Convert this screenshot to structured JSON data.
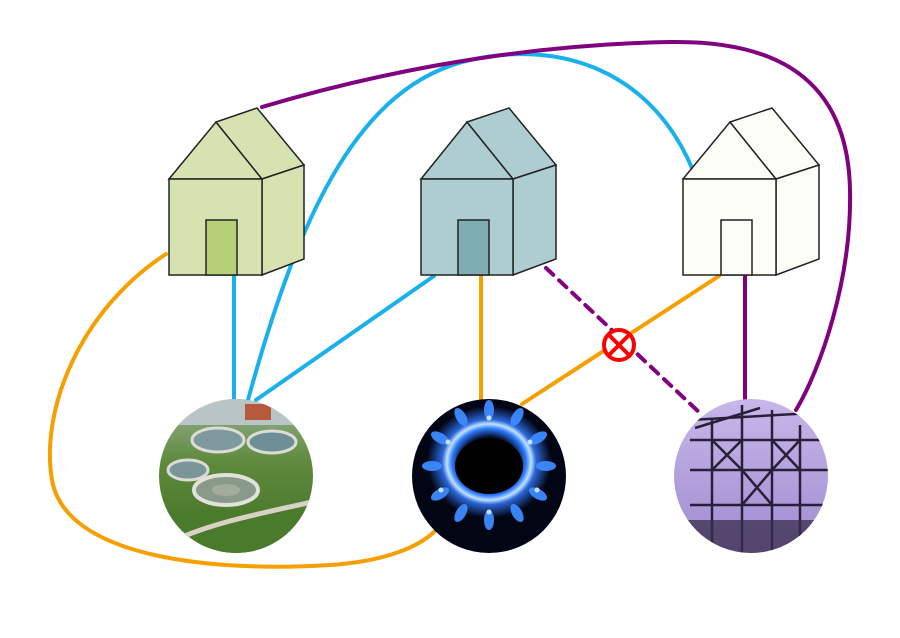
{
  "diagram": {
    "title": "",
    "colors": {
      "water": "#1ab0ec",
      "gas": "#f5a000",
      "electricity": "#800080",
      "conflict_marker": "#ff0000"
    },
    "houses": [
      {
        "id": "house-left",
        "wall_front": "#d6e3b1",
        "wall_side": "#d6e3b1",
        "roof": "#d6e3b1",
        "door": "#b8cf79"
      },
      {
        "id": "house-middle",
        "wall_front": "#aecdd1",
        "wall_side": "#aecdd1",
        "roof": "#aecdd1",
        "door": "#7eaeb4"
      },
      {
        "id": "house-right",
        "wall_front": "#fdfdf8",
        "wall_side": "#fdfdf8",
        "roof": "#fdfdf8",
        "door": "#fdfdf8"
      }
    ],
    "utilities": [
      {
        "id": "water-treatment-plant",
        "icon": "water-treatment-plant-photo"
      },
      {
        "id": "gas-burner",
        "icon": "gas-flame-photo"
      },
      {
        "id": "electrical-substation",
        "icon": "power-substation-photo"
      }
    ],
    "connections": [
      {
        "from": "house-left",
        "to": "water-treatment-plant",
        "utility": "water"
      },
      {
        "from": "house-middle",
        "to": "water-treatment-plant",
        "utility": "water"
      },
      {
        "from": "house-right",
        "to": "water-treatment-plant",
        "utility": "water"
      },
      {
        "from": "house-left",
        "to": "gas-burner",
        "utility": "gas"
      },
      {
        "from": "house-middle",
        "to": "gas-burner",
        "utility": "gas"
      },
      {
        "from": "house-right",
        "to": "gas-burner",
        "utility": "gas"
      },
      {
        "from": "house-left",
        "to": "electrical-substation",
        "utility": "electricity"
      },
      {
        "from": "house-right",
        "to": "electrical-substation",
        "utility": "electricity"
      },
      {
        "from": "house-middle",
        "to": "electrical-substation",
        "utility": "electricity",
        "style": "dashed",
        "blocked": true
      }
    ],
    "conflict_marker_icon": "crossed-circle-icon"
  }
}
